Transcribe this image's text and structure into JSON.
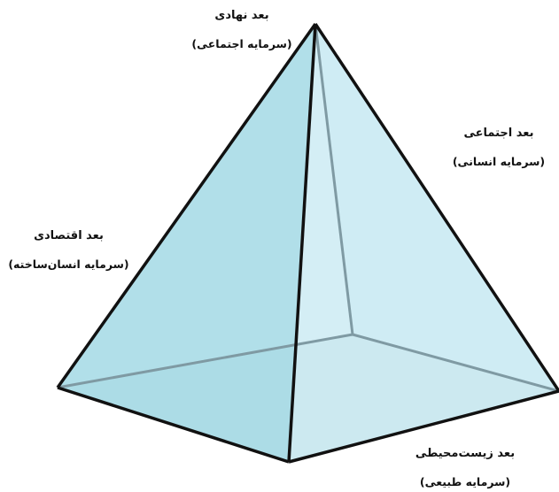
{
  "dimensions": [
    {
      "id": "institutional",
      "title": "بعد نهادی",
      "subtitle": "(سرمایه اجتماعی)"
    },
    {
      "id": "social",
      "title": "بعد اجتماعی",
      "subtitle": "(سرمایه انسانی)"
    },
    {
      "id": "economic",
      "title": "بعد اقتصادی",
      "subtitle": "(سرمایه انسان‌ساخته)"
    },
    {
      "id": "environmental",
      "title": "بعد زیست‌محیطی",
      "subtitle": "(سرمایه طبیعی)"
    }
  ],
  "colors": {
    "left_face": "#a9dbe7",
    "right_face": "#cdebf3",
    "base": "#b9cdd3",
    "edge": "#111111",
    "hidden_edge": "#7f9aa3"
  }
}
